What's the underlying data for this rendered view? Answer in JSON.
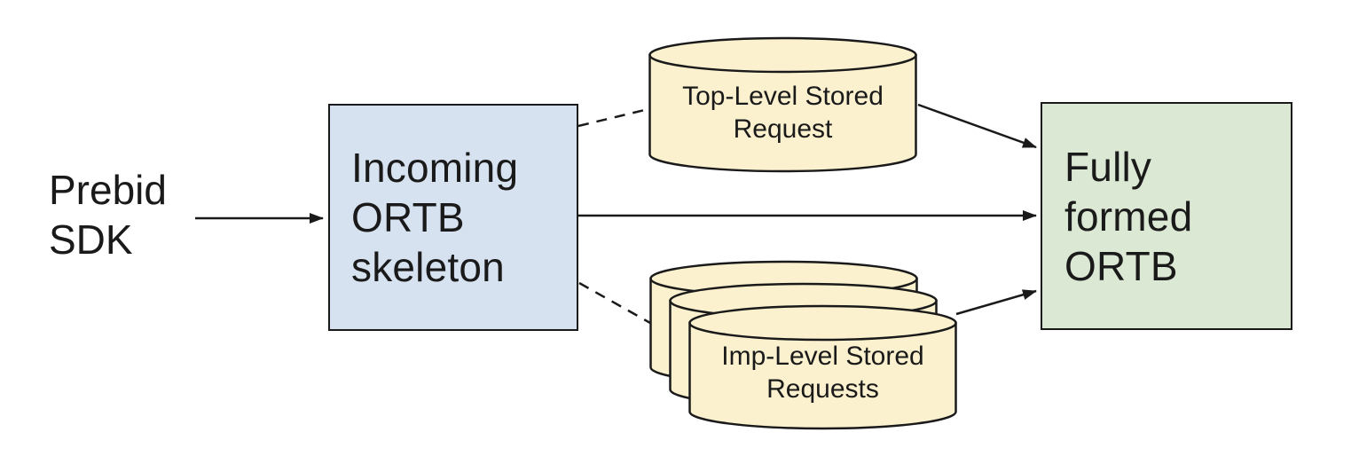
{
  "diagram": {
    "nodes": {
      "prebid_sdk": {
        "lines": [
          "Prebid",
          "SDK"
        ],
        "shape": "text"
      },
      "incoming_ortb_skeleton": {
        "lines": [
          "Incoming",
          "ORTB",
          "skeleton"
        ],
        "shape": "rectangle",
        "fill": "#d6e2f0"
      },
      "top_level_stored_request": {
        "lines": [
          "Top-Level Stored",
          "Request"
        ],
        "shape": "cylinder",
        "fill": "#fbf1cf"
      },
      "imp_level_stored_requests": {
        "lines": [
          "Imp-Level Stored",
          "Requests"
        ],
        "shape": "cylinder-stack-of-3",
        "fill": "#fbf1cf"
      },
      "fully_formed_ortb": {
        "lines": [
          "Fully",
          "formed",
          "ORTB"
        ],
        "shape": "rectangle",
        "fill": "#dbe8d4"
      }
    },
    "edges": [
      {
        "from": "prebid_sdk",
        "to": "incoming_ortb_skeleton",
        "style": "solid",
        "arrowhead": true
      },
      {
        "from": "incoming_ortb_skeleton",
        "to": "top_level_stored_request",
        "style": "dashed",
        "arrowhead": false
      },
      {
        "from": "incoming_ortb_skeleton",
        "to": "imp_level_stored_requests",
        "style": "dashed",
        "arrowhead": false
      },
      {
        "from": "incoming_ortb_skeleton",
        "to": "fully_formed_ortb",
        "style": "solid",
        "arrowhead": true
      },
      {
        "from": "top_level_stored_request",
        "to": "fully_formed_ortb",
        "style": "solid",
        "arrowhead": true
      },
      {
        "from": "imp_level_stored_requests",
        "to": "fully_formed_ortb",
        "style": "solid",
        "arrowhead": true
      }
    ],
    "colors": {
      "background": "#ffffff",
      "stroke": "#1a1a1a",
      "text": "#1a1a1a",
      "blue_fill": "#d6e2f0",
      "green_fill": "#dbe8d4",
      "yellow_fill": "#fbf1cf"
    }
  }
}
